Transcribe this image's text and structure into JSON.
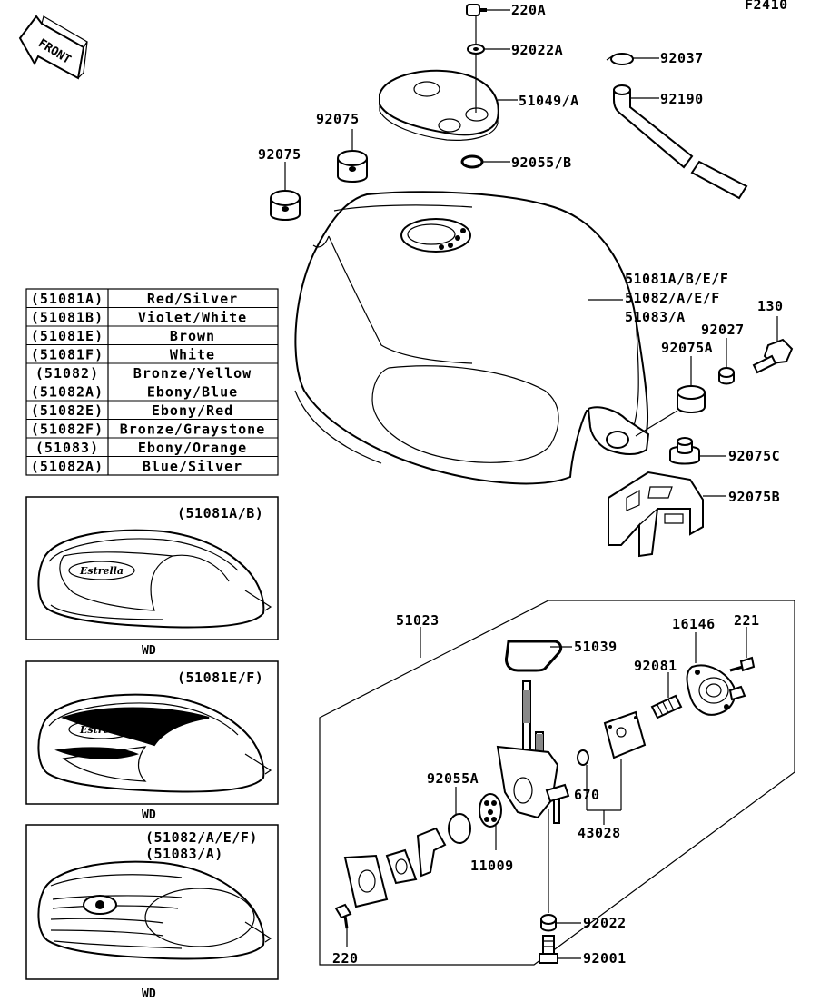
{
  "figure_code": "F2410",
  "front_arrow_label": "FRONT",
  "callouts": {
    "c220A": "220A",
    "c92022A": "92022A",
    "c92037": "92037",
    "c51049A": "51049/A",
    "c92190": "92190",
    "c92075_1": "92075",
    "c92075_2": "92075",
    "c92055B": "92055/B",
    "tank_1": "51081A/B/E/F",
    "tank_2": "51082/A/E/F",
    "tank_3": "51083/A",
    "c130": "130",
    "c92027": "92027",
    "c92075A": "92075A",
    "c92075C": "92075C",
    "c92075B": "92075B",
    "c51023": "51023",
    "c51039": "51039",
    "c16146": "16146",
    "c221": "221",
    "c92081": "92081",
    "c92055A": "92055A",
    "c670": "670",
    "c43028": "43028",
    "c11009": "11009",
    "c92022": "92022",
    "c220": "220",
    "c92001": "92001"
  },
  "color_table": [
    {
      "code": "(51081A)",
      "color": "Red/Silver"
    },
    {
      "code": "(51081B)",
      "color": "Violet/White"
    },
    {
      "code": "(51081E)",
      "color": "Brown"
    },
    {
      "code": "(51081F)",
      "color": "White"
    },
    {
      "code": "(51082)",
      "color": "Bronze/Yellow"
    },
    {
      "code": "(51082A)",
      "color": "Ebony/Blue"
    },
    {
      "code": "(51082E)",
      "color": "Ebony/Red"
    },
    {
      "code": "(51082F)",
      "color": "Bronze/Graystone"
    },
    {
      "code": "(51083)",
      "color": "Ebony/Orange"
    },
    {
      "code": "(51082A)",
      "color": "Blue/Silver"
    }
  ],
  "decal_panels": [
    {
      "title_1": "(51081A/B)",
      "title_2": "",
      "caption": "WD"
    },
    {
      "title_1": "(51081E/F)",
      "title_2": "",
      "caption": "WD"
    },
    {
      "title_1": "(51082/A/E/F)",
      "title_2": "(51083/A)",
      "caption": "WD"
    }
  ]
}
